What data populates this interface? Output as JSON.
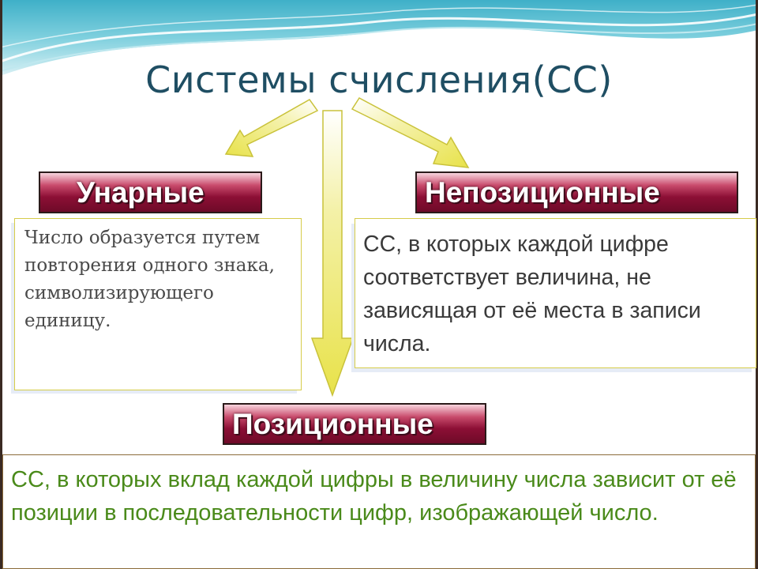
{
  "title": "Системы счисления(СС)",
  "categories": {
    "unary": {
      "label": "Унарные",
      "description": "Число образуется путем повторения одного знака, символизирующего единицу."
    },
    "non_positional": {
      "label": "Непозиционные",
      "description": "СС, в которых каждой цифре соответствует величина, не зависящая от её места в записи числа."
    },
    "positional": {
      "label": "Позиционные",
      "description": "СС, в которых вклад каждой цифры в величину числа зависит от её позиции в последовательности цифр, изображающей число."
    }
  },
  "colors": {
    "title": "#1f4e63",
    "label_fill": "#8c0f35",
    "label_text": "#ffffff",
    "arrow_fill": "#f2ec6a",
    "positional_text": "#4a8a1a"
  }
}
